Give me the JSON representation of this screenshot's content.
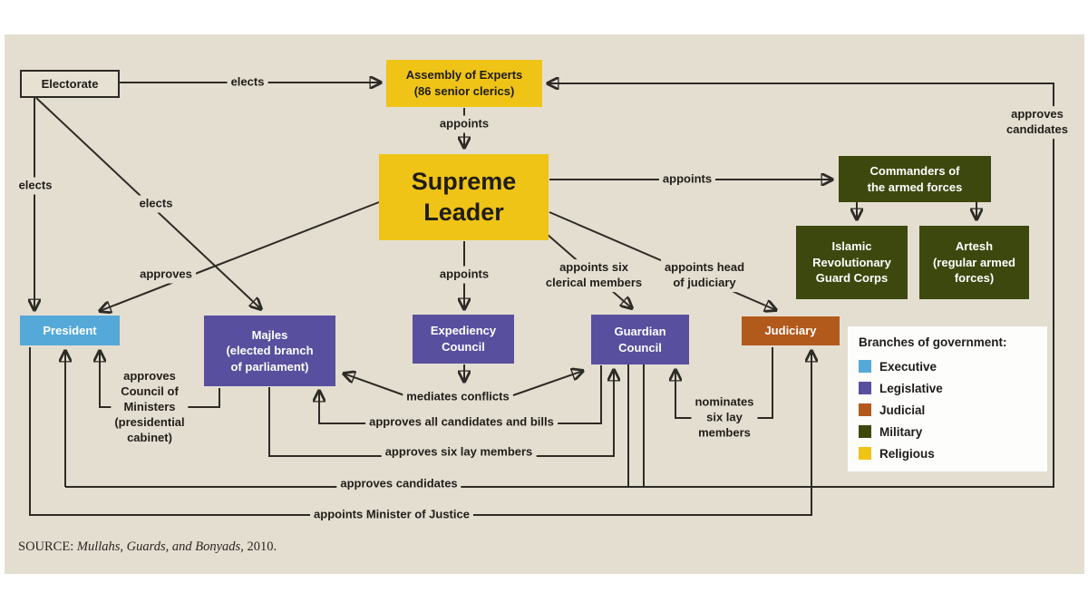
{
  "nodes": {
    "electorate": {
      "label": "Electorate"
    },
    "assembly": {
      "l1": "Assembly of Experts",
      "l2": "(86 senior clerics)"
    },
    "supreme_leader": {
      "l1": "Supreme",
      "l2": "Leader"
    },
    "commanders": {
      "l1": "Commanders of",
      "l2": "the armed forces"
    },
    "irgc": {
      "l1": "Islamic",
      "l2": "Revolutionary",
      "l3": "Guard Corps"
    },
    "artesh": {
      "l1": "Artesh",
      "l2": "(regular armed",
      "l3": "forces)"
    },
    "president": {
      "label": "President"
    },
    "majles": {
      "l1": "Majles",
      "l2": "(elected branch",
      "l3": "of parliament)"
    },
    "expediency": {
      "l1": "Expediency",
      "l2": "Council"
    },
    "guardian": {
      "l1": "Guardian",
      "l2": "Council"
    },
    "judiciary": {
      "label": "Judiciary"
    }
  },
  "edges": {
    "elects_assembly": "elects",
    "elects_president": "elects",
    "elects_majles": "elects",
    "appoints_leader": "appoints",
    "appoints_expediency": "appoints",
    "appoints_commanders": "appoints",
    "approves_president": "approves",
    "appoints_clerical": {
      "l1": "appoints six",
      "l2": "clerical members"
    },
    "appoints_judiciary": {
      "l1": "appoints head",
      "l2": "of judiciary"
    },
    "approves_candidates_up": {
      "l1": "approves",
      "l2": "candidates"
    },
    "council_ministers": {
      "l1": "approves",
      "l2": "Council of",
      "l3": "Ministers",
      "l4": "(presidential",
      "l5": "cabinet)"
    },
    "mediates": "mediates conflicts",
    "approves_all": "approves all candidates and bills",
    "approves_six": "approves six lay members",
    "nominates": {
      "l1": "nominates",
      "l2": "six lay",
      "l3": "members"
    },
    "approves_candidates_down": "approves candidates",
    "appoints_minister": "appoints Minister of Justice"
  },
  "legend": {
    "title": "Branches of government:",
    "items": [
      {
        "label": "Executive",
        "color": "#55a9d9"
      },
      {
        "label": "Legislative",
        "color": "#584f9e"
      },
      {
        "label": "Judicial",
        "color": "#b2591c"
      },
      {
        "label": "Military",
        "color": "#3d480e"
      },
      {
        "label": "Religious",
        "color": "#efc417"
      }
    ]
  },
  "source": {
    "prefix": "SOURCE: ",
    "title": "Mullahs, Guards, and Bonyads",
    "suffix": ", 2010."
  },
  "colors": {
    "canvas": "#e4ded1",
    "page": "#ffffff",
    "line": "#2e2b26",
    "religious": "#efc417",
    "legislative": "#584f9e",
    "executive": "#55a9d9",
    "military": "#3d480e",
    "judicial": "#b2591c",
    "legend_bg": "#fdfdfc"
  }
}
